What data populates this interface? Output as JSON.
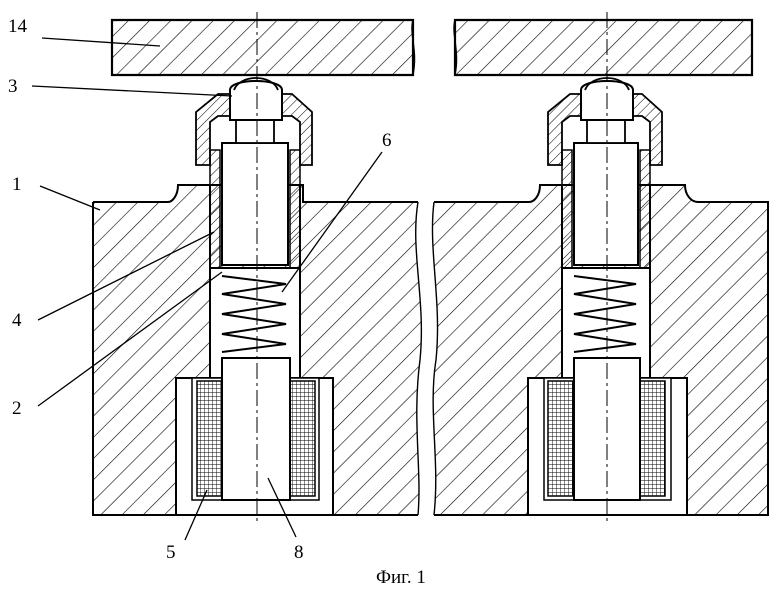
{
  "figure": {
    "caption": "Фиг. 1",
    "callouts": [
      {
        "id": "14",
        "text": "14"
      },
      {
        "id": "3",
        "text": "3"
      },
      {
        "id": "6",
        "text": "6"
      },
      {
        "id": "1",
        "text": "1"
      },
      {
        "id": "4",
        "text": "4"
      },
      {
        "id": "2",
        "text": "2"
      },
      {
        "id": "5",
        "text": "5"
      },
      {
        "id": "8",
        "text": "8"
      }
    ]
  }
}
